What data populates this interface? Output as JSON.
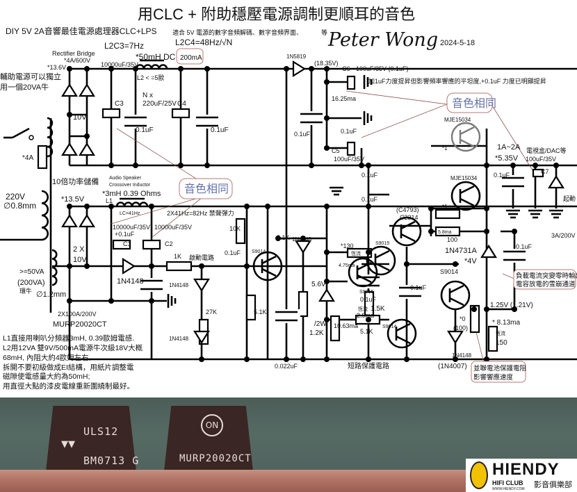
{
  "title": "用CLC + 附助穩壓電源調制更順耳的音色",
  "subtitle": "DIY 5V 2A音響最佳電源處理器CLC+LPS",
  "applicable": "適合 5V 電源的數字音頻解碼、數字音頻界面、",
  "applicable_etc": "等",
  "author_signature": "Peter Wong",
  "date": "2024-5-18",
  "labels": {
    "l2c3": "L2C3=7Hz",
    "l2c4": "L2C4=48Hz/√N",
    "rectifier": "Rectifier Bridge",
    "rectifier_rating": "*4A/600V",
    "v136": "*13.6V",
    "c3_value": "10000uF/35V",
    "l2_value": "*50mH  DC",
    "l2_current": "200mA",
    "l2_name": "L2 < =5歐",
    "aux_note_1": "輔助電源可以獨立",
    "aux_note_2": "用一個20VA牛",
    "c3": "C3",
    "nx": "N x",
    "c4_value": "220uF/25V",
    "c4": "C4",
    "cap_01_a": "0.1uF",
    "cap_01_b": "0.1uF",
    "aux_10v": "10V",
    "fuse": "*4A",
    "power_reserve": "10倍功率儲備",
    "primary_v": "220V",
    "primary_wire": "∅0.8mm",
    "v135": "*13.5V",
    "audio_speaker": "Audio Speaker",
    "crossover": "Crossover Inductor",
    "l1_value": "*3mH 0.39 Ohms",
    "l1": "L1",
    "lc": "LC=41Hz",
    "lc2": "2X41Hz=82Hz 禁聲彈力",
    "c1_value": "10000uF/35V",
    "c1_extra": "+0.1uF",
    "c1": "C1",
    "c2_value": "10000uF/35V",
    "c2": "C2",
    "sec_2x": "2 X",
    "sec_10v": "10V",
    "d_1n4148_a": "1N4148",
    "r_1k": "1K",
    "startup": "啟動電路",
    "cap_01_c": "0.1uF",
    "va50": ">=50VA",
    "va200": "(200VA)",
    "toroid": "環牛",
    "sec_wire": "∅1.2mm",
    "d_1n4148_b": "1N4148",
    "d_1n4148_c": "1N4148",
    "r_27k": "27K",
    "r_10k": "10K",
    "r_51k_a": "5.1K",
    "d_1n4148_d": "1N4148",
    "s9014_a": "S9014",
    "r_51k_b": "5.1K",
    "cap_0022": "0.022uF",
    "diode_rating": "2X100A/200V",
    "diode_part": "MURP20020CT",
    "d_1n5819": "1N5819",
    "v1835": "(18.35V)",
    "c6": "C6",
    "c6_value": "100uF/35V (0.1uF)",
    "c6_note": "加1uF力度提昇但影響頻率響應的平坦度,+0.1uF 力度已明顯提昇",
    "ma1625": "16.25ma",
    "cap_01_d": "0.1uF",
    "cap_01_e": "0.1uF",
    "c5": "C5",
    "c5_value": "100uF/35V",
    "cap_01_f": "0.1uF",
    "cap_01_g": "0.1uF",
    "mje_a": "MJE15034",
    "mje_b": "MJE15034",
    "r_star1_a": "*1",
    "r_star1_b": "*1",
    "out_current": "1A~2A",
    "out_v": "*5.35V",
    "load": "電視盒/DAC等",
    "c7_value": "100uF/35V",
    "c7": "C7",
    "cap_01_h": "0.1uF",
    "startup2": "起動",
    "diode_3a": "3A/200V",
    "c4793": "(C4793)",
    "c2314": "C2314",
    "ma58": "5.8ma",
    "r_100": "100",
    "zener_4v_part": "1N4731A",
    "zener_4v": "*4V",
    "cap_01_i": "0.1uF",
    "r_130": "*130",
    "cc_a": "恆流",
    "ma475": "4.75ma",
    "s9015_a": "S9015",
    "s9015_b": "S9015",
    "zener_56": "5.6V",
    "cap_01_j": "0.1uF",
    "cc_b": "恆流",
    "r_15k": "1.5K",
    "ma29": "2.9ma",
    "w2": "/2W",
    "r_12k": "1.2K",
    "ma1063": "10.63ma",
    "r_51k_c": "5.1K",
    "s9014_b": "S9014",
    "short_prot": "短路保護電路",
    "s9014_c": "S9014",
    "cap_01_k": "0.1uF",
    "v125": "1.25V (1.21V)",
    "ma813": "* 8.13ma",
    "cc_c": "恆流",
    "r_150": "150",
    "r_0": "*0",
    "r_0_alt": "(100)",
    "d_1n4148_e": "1N4148",
    "d_1n4007": "(1N4007)"
  },
  "callouts": {
    "same_tone_a": "音色相同",
    "same_tone_b": "音色相同",
    "avalanche_1": "負載電流突變零時輸出",
    "avalanche_2": "電容放電的雪崩通道",
    "battery_1": "並聯電池保護電阻",
    "battery_2": "影響響應速度"
  },
  "notes": [
    "L1直接用喇叭分頻器3mH, 0.39歐姆電感.",
    "L2用12VA 雙9V/500mA電源牛次級18V大概",
    "68mH, 內阻大約4歐姆左右,",
    "拆開不要初級做成EI結構，用紙片調整電",
    "磁隙使電感量大約為50mH;",
    "用直徑大點的漆皮電線重新圍繞制最好。"
  ],
  "photo": {
    "left_part": "ULS12",
    "left_code": "BM0713 G",
    "right_brand": "ON",
    "right_part": "MURP20020CT"
  },
  "logo": {
    "name": "HIENDY",
    "club": "HIFI CLUB",
    "site": "WWW.HIENDY.COM",
    "cn": "影音俱樂部"
  }
}
